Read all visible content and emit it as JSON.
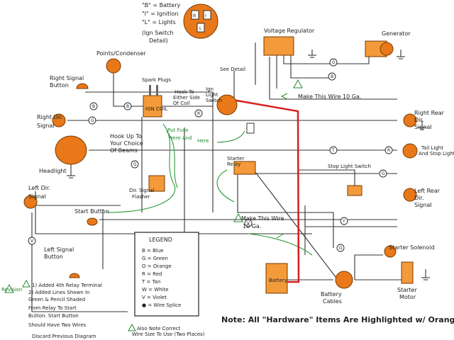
{
  "key": {
    "b": "\"B\" = Battery",
    "i": "\"I\" = Ignition",
    "l": "\"L\" = Lights"
  },
  "labels": {
    "ign_switch": "(Ign Switch",
    "detail": "Detail)",
    "points_condenser": "Points/Condenser",
    "right_signal": "Right Signal",
    "button": "Button",
    "spark_plugs": "Spark Plugs",
    "hook_to": "Hook To",
    "either_side": "Either Side",
    "of_coil": "Of Coil",
    "ign_coil": "IGN COIL",
    "see_detail": "See Detail",
    "ign": "Ign",
    "light": "Light",
    "switch": "Switch",
    "voltage_regulator": "Voltage Regulator",
    "generator": "Generator",
    "right_dir": "Right Dir.",
    "signal": "Signal",
    "hook_up": "Hook Up To",
    "your_choice": "Your Choice",
    "of_beams": "Of Beams",
    "headlight": "Headlight",
    "put_fuse": "Put Fuse",
    "here_and": "Here And",
    "here": "Here",
    "starter": "Starter",
    "relay": "Relay",
    "dir_signal": "Dir. Signal",
    "flasher": "Flasher",
    "left_dir": "Left Dir.",
    "start_button": "Start Button",
    "left_signal": "Left Signal",
    "make_wire_top": "Make This Wire 10 Ga.",
    "make_wire_bottom_1": "Make This Wire",
    "make_wire_bottom_2": "10 Ga.",
    "right_rear": "Right Rear",
    "dir": "Dir.",
    "tail_light": "Tail Light",
    "and_stop_light": "And Stop Light",
    "stop_light_switch": "Stop Light Switch",
    "left_rear": "Left Rear",
    "starter_solenoid": "Starter Solenoid",
    "battery": "Battery",
    "battery_cables": "Battery",
    "cables": "Cables",
    "starter_m": "Starter",
    "motor": "Motor"
  },
  "legend": {
    "title": "LEGEND",
    "items": [
      "B = Blue",
      "G = Green",
      "O = Orange",
      "R = Red",
      "T = Tan",
      "W = White",
      "V = Violet",
      "● = Wire Splice"
    ]
  },
  "revision": {
    "label": "Revision",
    "lines": [
      "1) Added 4th Relay Terminal",
      "2) Added Lines Shown In",
      "Green & Pencil Shaded",
      "From Relay To Start",
      "Button. Start Button",
      "Should Have Two Wires",
      "Discard Previous Diagram"
    ],
    "also_note": [
      "Also Note Correct",
      "Wire Size To Use (Two Places)"
    ]
  },
  "note": "Note: All \"Hardware\" Items Are Highlighted w/ Orange"
}
